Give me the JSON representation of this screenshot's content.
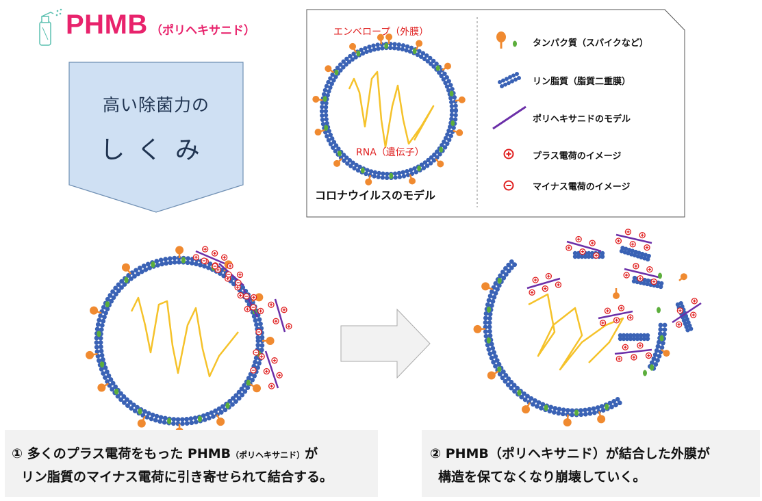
{
  "header": {
    "title": "PHMB",
    "subtitle": "（ポリヘキサニド）"
  },
  "banner": {
    "line1": "高い除菌力の",
    "line2": "しくみ"
  },
  "virus_model": {
    "envelope_label": "エンベロープ（外膜）",
    "rna_label": "RNA（遺伝子）",
    "caption": "コロナウイルスのモデル"
  },
  "legend": {
    "items": [
      {
        "icon": "spike-protein-icon",
        "label": "タンパク質（スパイクなど）"
      },
      {
        "icon": "lipid-bilayer-icon",
        "label": "リン脂質（脂質二重膜）"
      },
      {
        "icon": "polymer-model-icon",
        "label": "ポリヘキサニドのモデル"
      },
      {
        "icon": "plus-charge-icon",
        "label": "プラス電荷のイメージ"
      },
      {
        "icon": "minus-charge-icon",
        "label": "マイナス電荷のイメージ"
      }
    ]
  },
  "steps": [
    {
      "line1_a": "① 多くのプラス電荷をもった PHMB",
      "line1_small": "（ポリヘキサニド）",
      "line1_b": "が",
      "line2": "リン脂質のマイナス電荷に引き寄せられて結合する。"
    },
    {
      "line1": "② PHMB（ポリヘキサニド）が結合した外膜が",
      "line2": "構造を保てなくなり崩壊していく。"
    }
  ],
  "colors": {
    "brand_pink": "#e8236c",
    "membrane_blue": "#3a62b5",
    "spike_orange": "#f08a30",
    "protein_green": "#5cae3c",
    "rna_yellow": "#f5c22a",
    "polymer_purple": "#6b2fa8",
    "charge_red": "#e02020",
    "banner_fill": "#cfe0f3"
  }
}
